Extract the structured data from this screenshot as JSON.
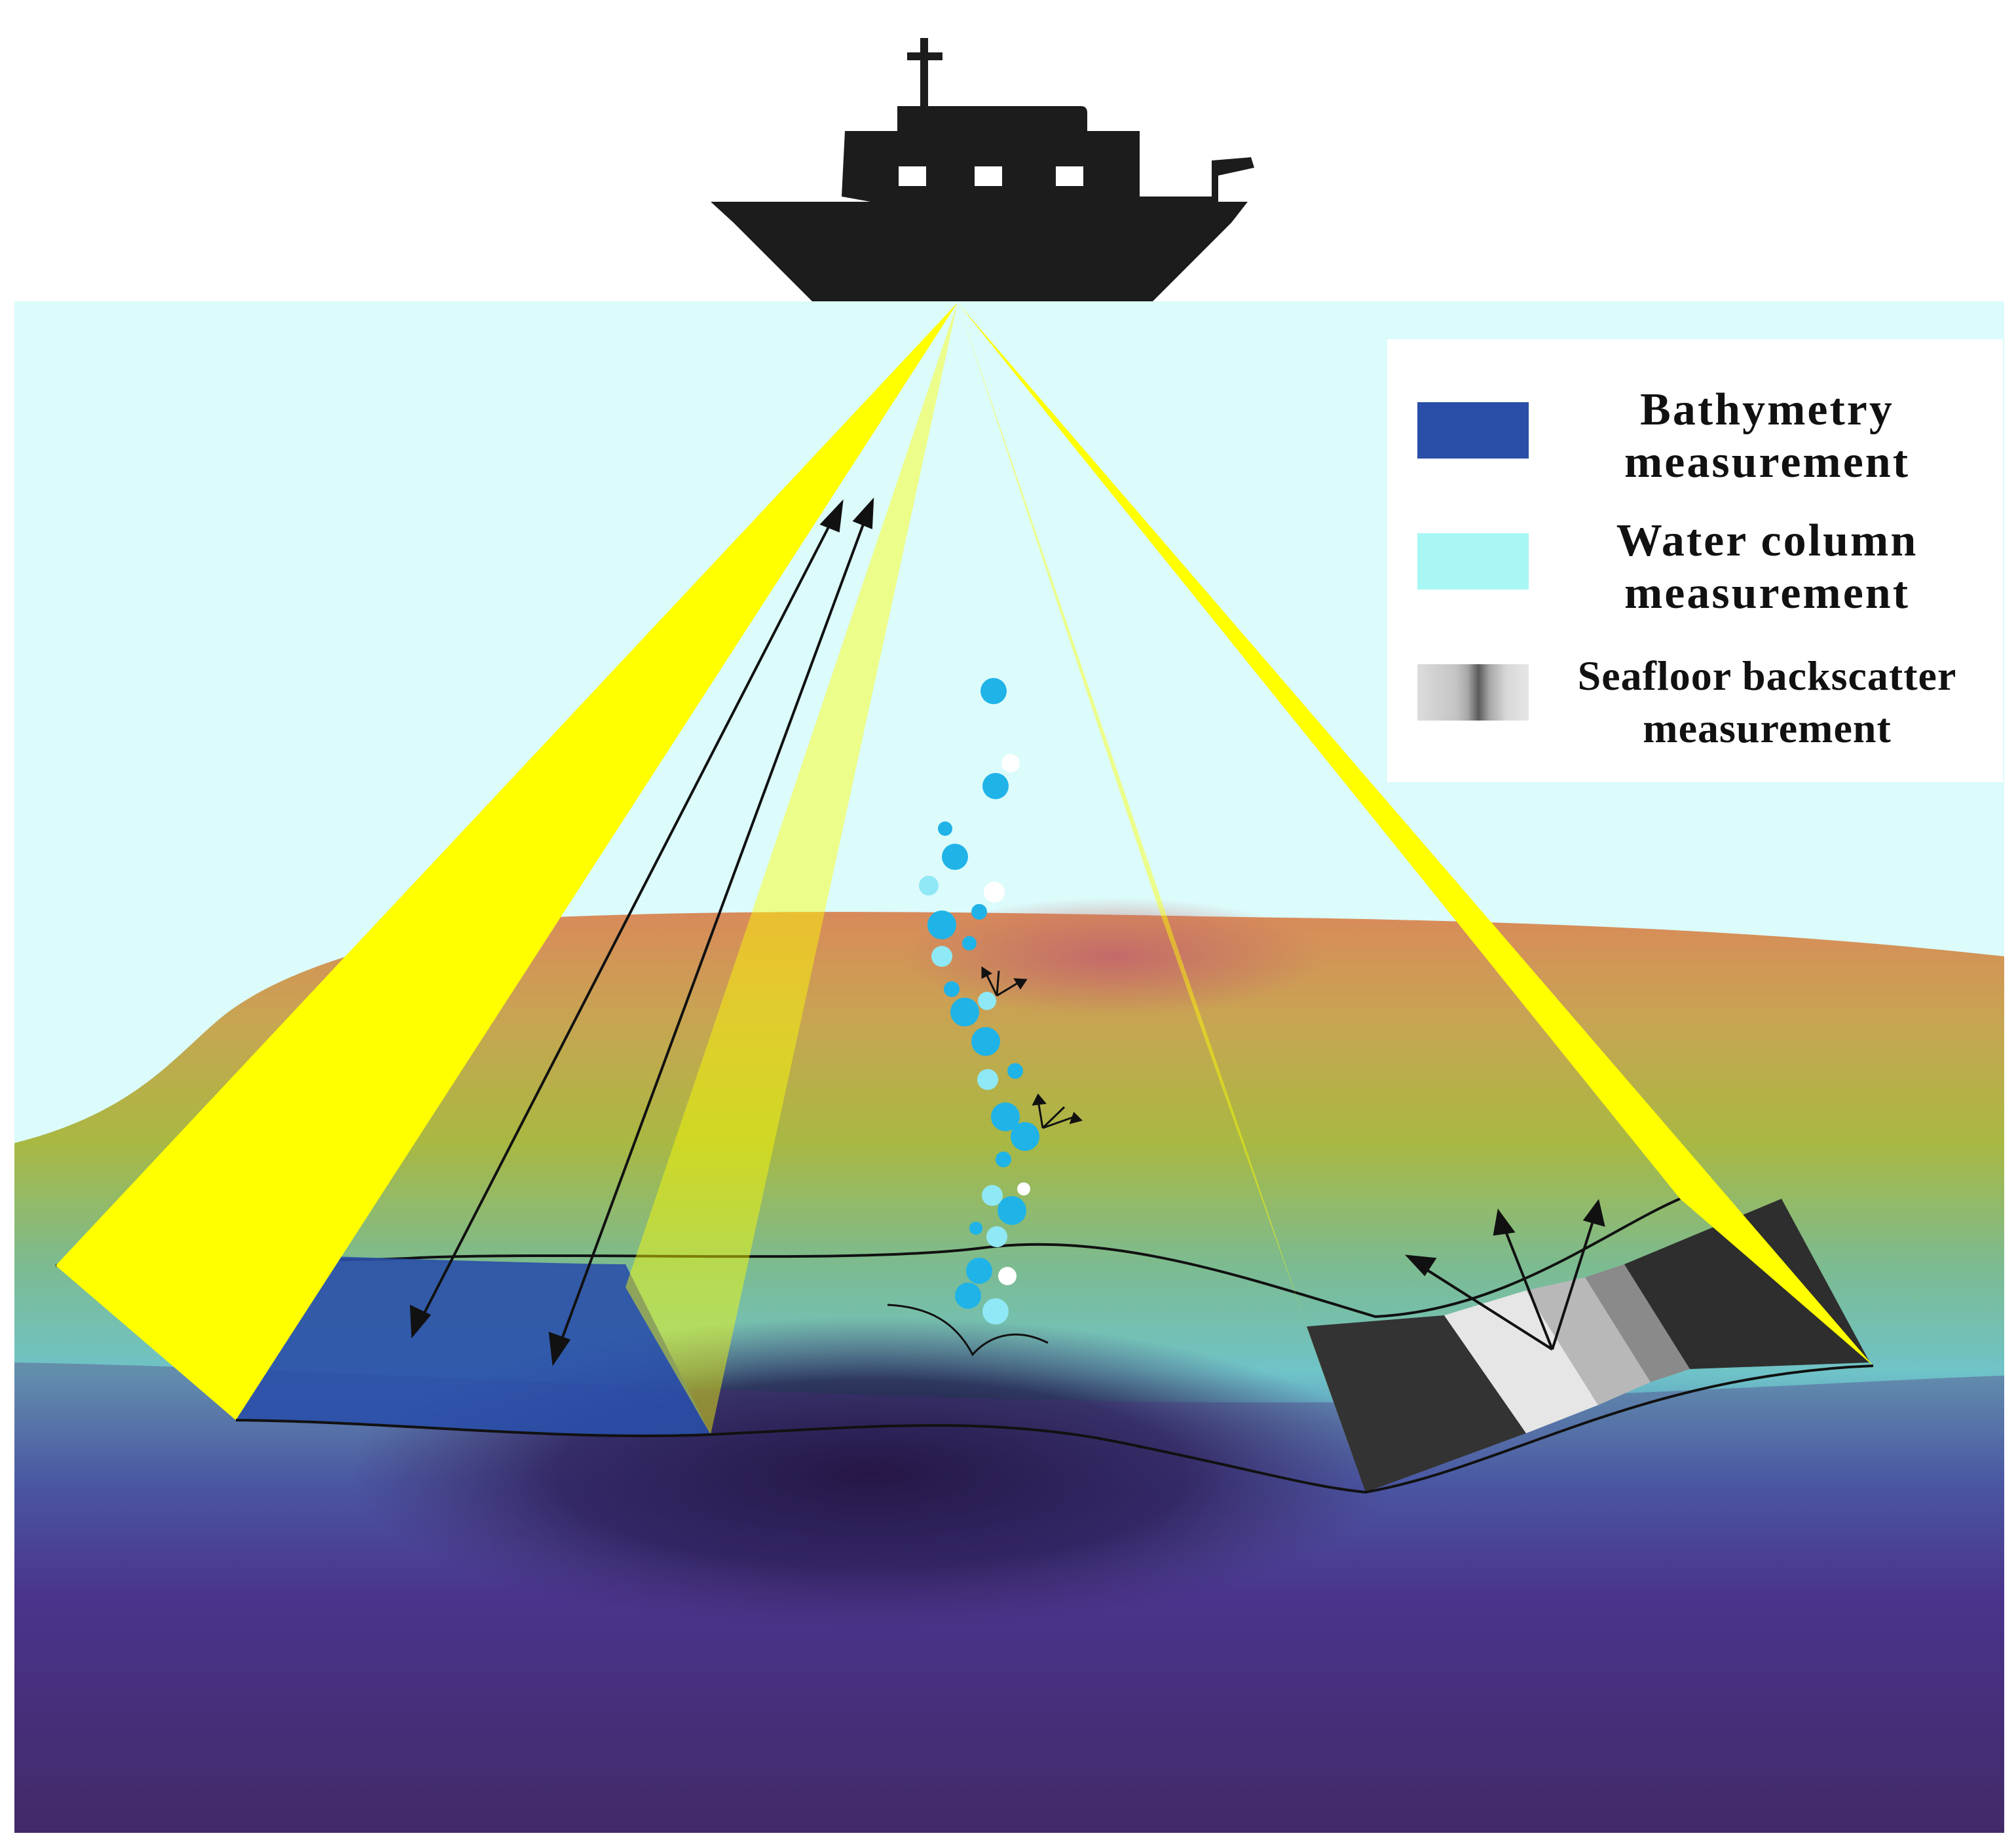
{
  "legend": {
    "items": [
      {
        "label": "Bathymetry\nmeasurement",
        "color": "#2a4fa8"
      },
      {
        "label": "Water column\nmeasurement",
        "color": "#a8f7f5"
      },
      {
        "label": "Seafloor backscatter\nmeasurement",
        "colors": [
          "#d8d8d8",
          "#9a9a9a",
          "#606060"
        ]
      }
    ]
  },
  "colors": {
    "sky": "#ffffff",
    "water": "#dcfbfb",
    "beam": "#ffff00",
    "ship": "#1c1c1c",
    "bubble": "#1fb3e8",
    "bubble_light": "#8fe8f5",
    "deep": "#4a2a7a"
  },
  "icons": [
    "ship-icon",
    "arrow-icon",
    "bubble-icon"
  ]
}
